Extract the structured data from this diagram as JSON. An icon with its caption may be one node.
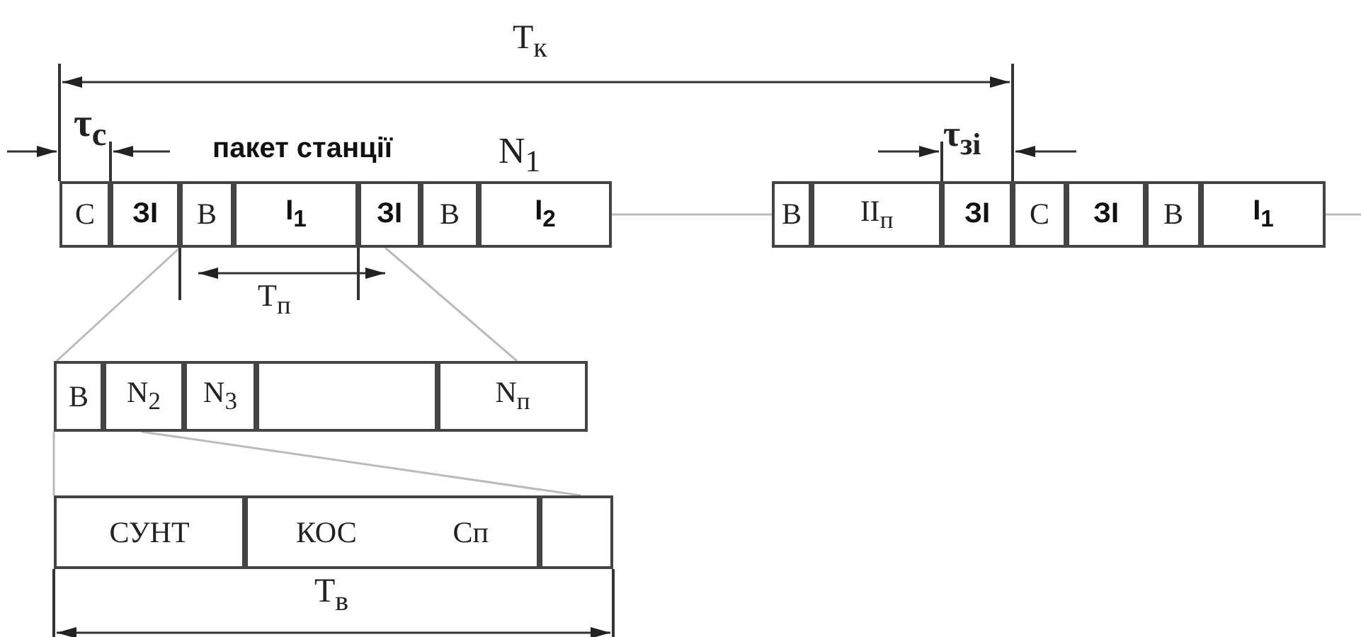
{
  "diagram": {
    "nodes": [
      {
        "text": [
          "С"
        ]
      },
      {
        "text": [
          "ЗІ"
        ]
      },
      {
        "text": [
          "В"
        ]
      },
      {
        "text": [
          "І$_{1}$"
        ]
      },
      {
        "text": [
          "ЗІ"
        ]
      },
      {
        "text": [
          "В"
        ]
      },
      {
        "text": [
          "І$_{2}$"
        ]
      },
      {
        "text": [
          "В"
        ]
      },
      {
        "text": [
          "II$_{п}$"
        ]
      },
      {
        "text": [
          "ЗІ"
        ]
      },
      {
        "text": [
          "С"
        ]
      },
      {
        "text": [
          "ЗІ"
        ]
      },
      {
        "text": [
          "В"
        ]
      },
      {
        "text": [
          "І$_{1}$"
        ]
      },
      {
        "text": [
          "В"
        ]
      },
      {
        "text": [
          "N$_{2}$"
        ]
      },
      {
        "text": [
          "N$_{3}$"
        ]
      },
      {
        "text": [],
        "shape": "box"
      },
      {
        "text": [
          "N$_{п}$"
        ]
      },
      {
        "text": [
          "СУНТ"
        ]
      },
      {
        "text": [
          "КОС",
          "Сп"
        ]
      },
      {
        "text": [],
        "shape": "box"
      }
    ],
    "edges": [
      {
        "from": 2,
        "to": 14,
        "arrow": "none"
      },
      {
        "from": 4,
        "to": 18,
        "arrow": "none"
      },
      {
        "from": 14,
        "to": 19,
        "arrow": "none"
      },
      {
        "from": 15,
        "to": 21,
        "arrow": "none"
      },
      {
        "from": 6,
        "to": 7,
        "arrow": "none"
      },
      {
        "from": 13,
        "to": null,
        "arrow": "none"
      }
    ],
    "labels": [
      "T$_{к}$",
      "τ$_{с}$",
      "τ$_{зі}$",
      "пакет станції",
      "N$_{1}$",
      "T$_{п}$",
      "T$_{в}$"
    ]
  }
}
